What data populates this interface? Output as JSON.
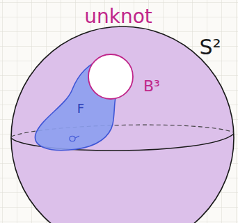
{
  "diagram": {
    "labels": [
      "unknot",
      "S²",
      "B³",
      "F"
    ]
  }
}
